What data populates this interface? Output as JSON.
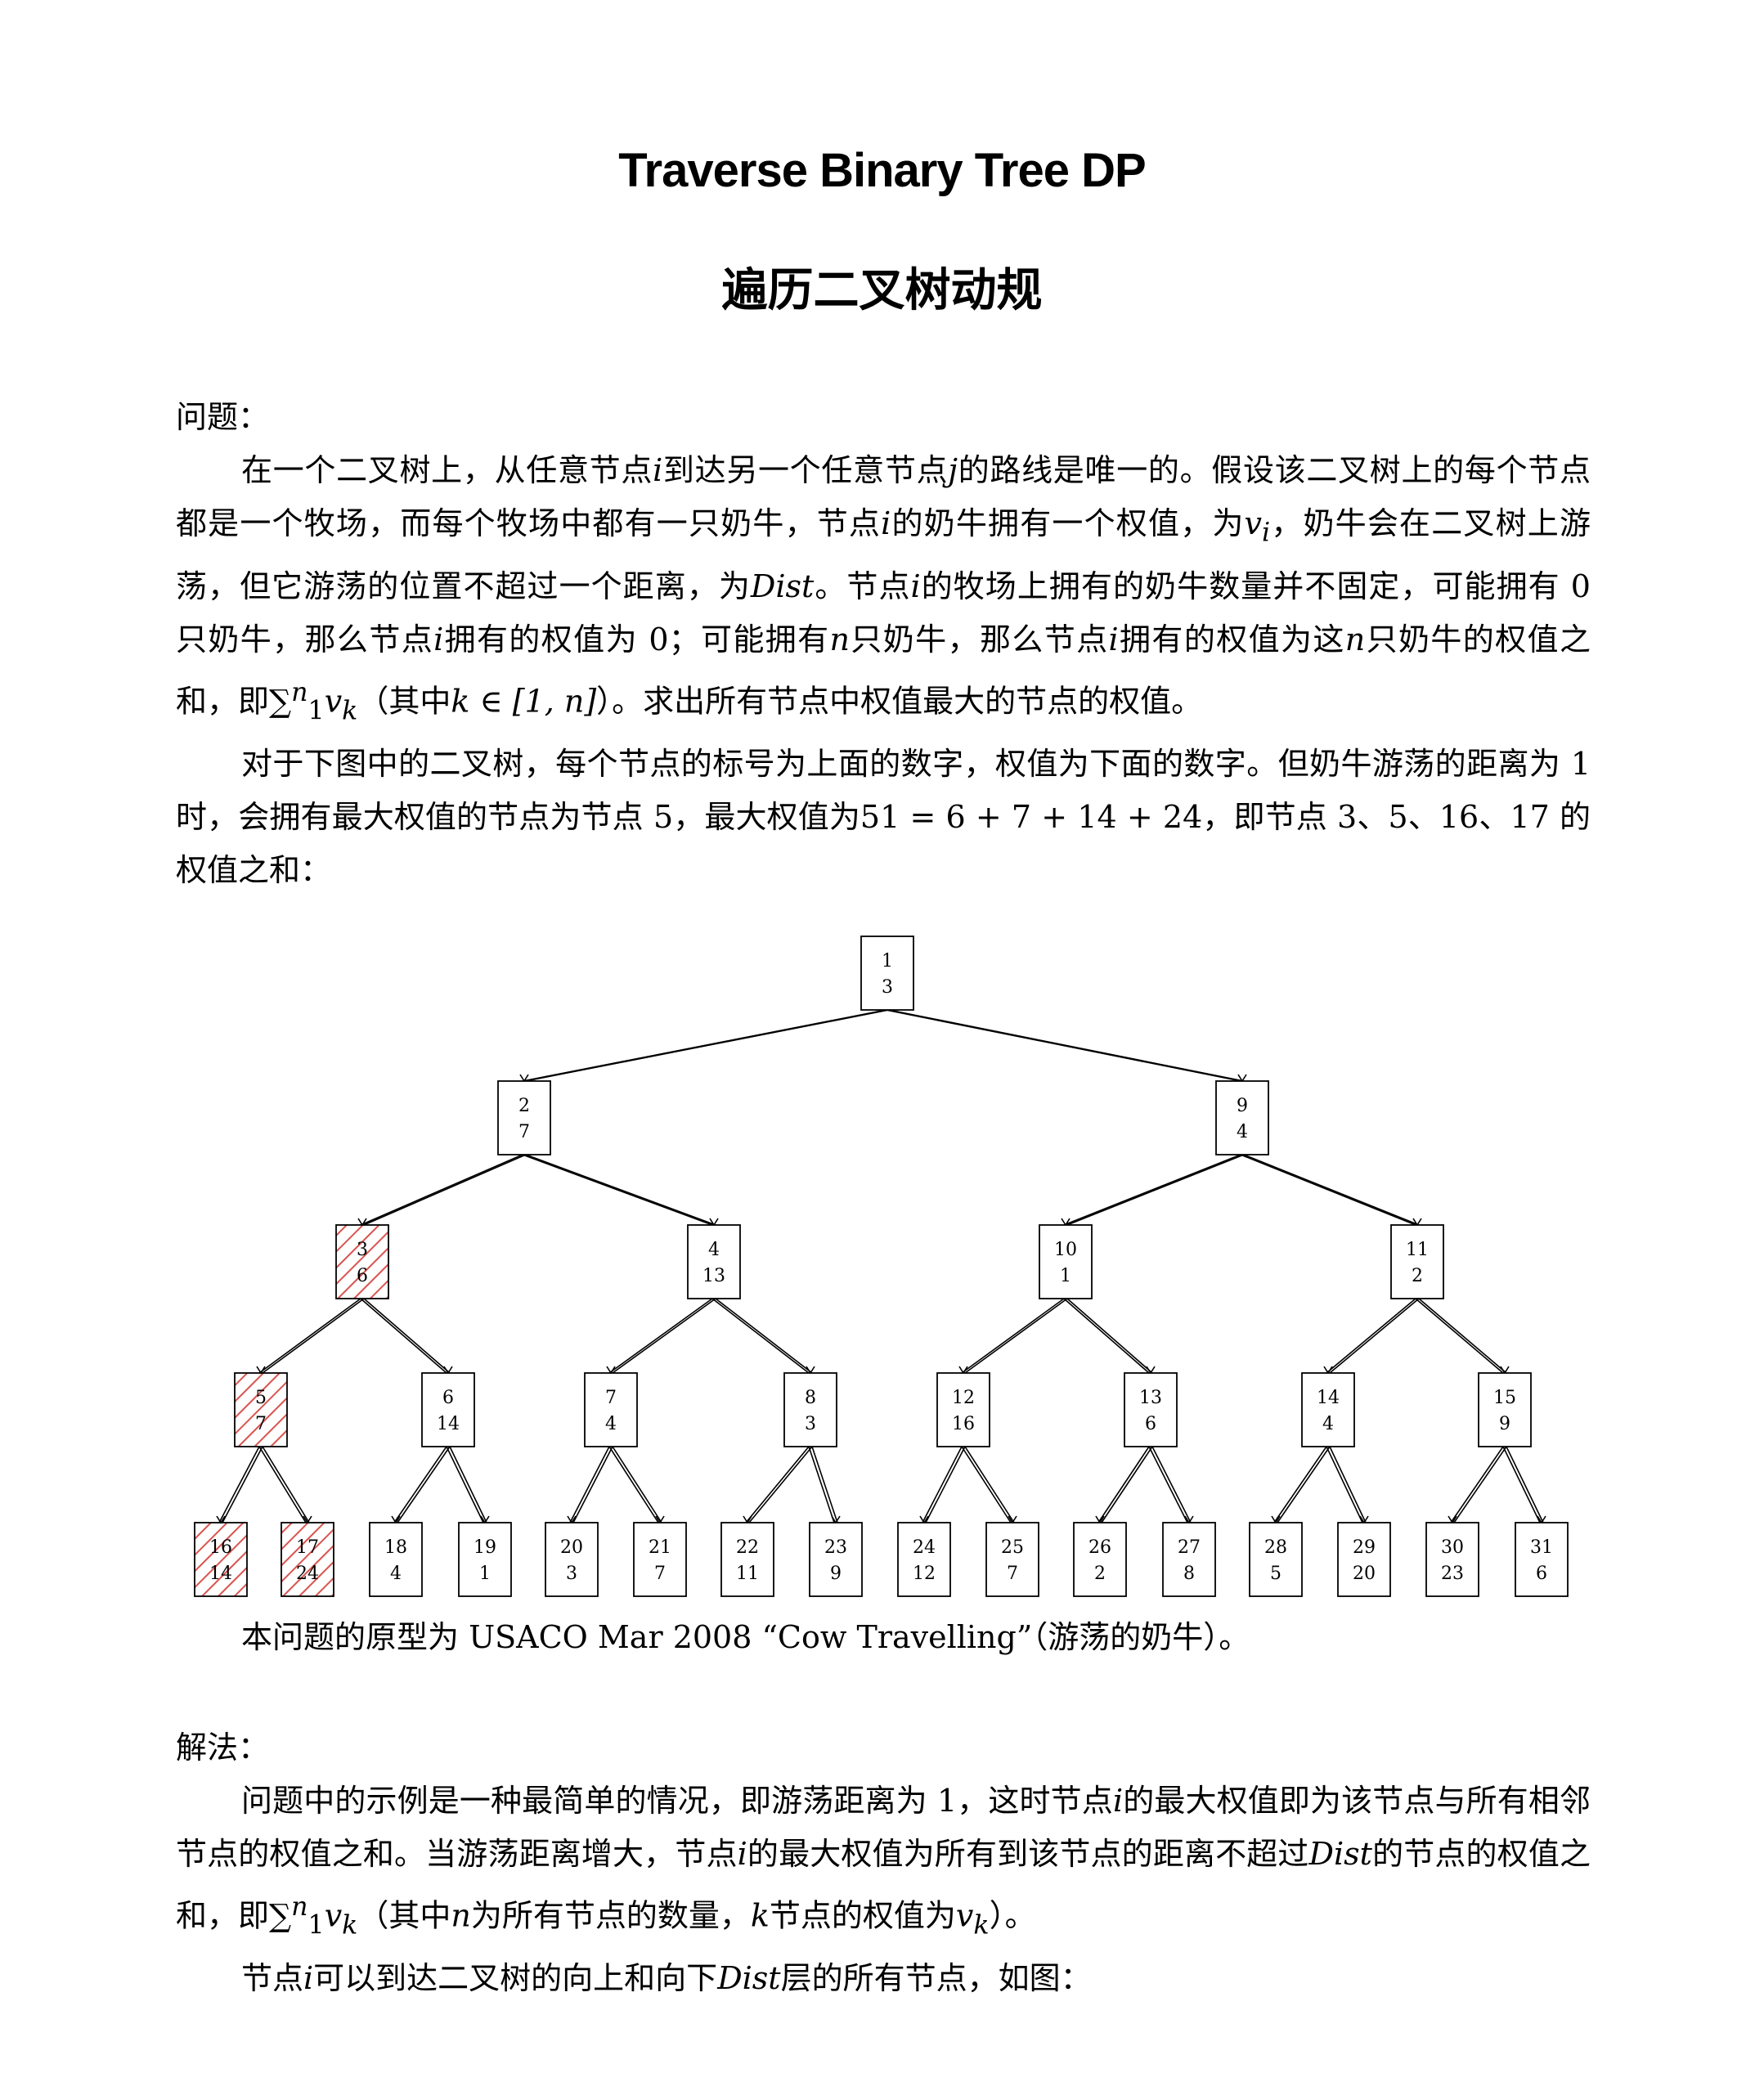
{
  "title_en": "Traverse Binary Tree DP",
  "title_zh": "遍历二叉树动规",
  "problem": {
    "heading": "问题：",
    "p1_a": "在一个二叉树上，从任意节点",
    "p1_b": "到达另一个任意节点",
    "p1_c": "的路线是唯一的。假设该二叉树上的每个节点都是一个牧场，而每个牧场中都有一只奶牛，节点",
    "p1_d": "的奶牛拥有一个权值，为",
    "p1_e": "，奶牛会在二叉树上游荡，但它游荡的位置不超过一个距离，为",
    "p1_f": "。节点",
    "p1_g": "的牧场上拥有的奶牛数量并不固定，可能拥有 0 只奶牛，那么节点",
    "p1_h": "拥有的权值为 0；可能拥有",
    "p1_i": "只奶牛，那么节点",
    "p1_j": "拥有的权值为这",
    "p1_k": "只奶牛的权值之和，即",
    "p1_l": "（其中",
    "p1_m": "）。求出所有节点中权值最大的节点的权值。",
    "p2": "对于下图中的二叉树，每个节点的标号为上面的数字，权值为下面的数字。但奶牛游荡的距离为 1 时，会拥有最大权值的节点为节点 5，最大权值为51 = 6 + 7 + 14 + 24，即节点 3、5、16、17 的权值之和：",
    "math_i": "i",
    "math_j": "j",
    "math_vi": "v",
    "math_vi_sub": "i",
    "math_dist": "Dist",
    "math_n": "n",
    "math_sum": "∑",
    "math_sum_sup": "n",
    "math_sum_sub": "1",
    "math_vk": "v",
    "math_vk_sub": "k",
    "math_krange": "k ∈ [1, n]"
  },
  "tree": {
    "nodes": [
      {
        "id": "1",
        "w": "3",
        "hatched": false
      },
      {
        "id": "2",
        "w": "7",
        "hatched": false
      },
      {
        "id": "9",
        "w": "4",
        "hatched": false
      },
      {
        "id": "3",
        "w": "6",
        "hatched": true
      },
      {
        "id": "4",
        "w": "13",
        "hatched": false
      },
      {
        "id": "10",
        "w": "1",
        "hatched": false
      },
      {
        "id": "11",
        "w": "2",
        "hatched": false
      },
      {
        "id": "5",
        "w": "7",
        "hatched": true
      },
      {
        "id": "6",
        "w": "14",
        "hatched": false
      },
      {
        "id": "7",
        "w": "4",
        "hatched": false
      },
      {
        "id": "8",
        "w": "3",
        "hatched": false
      },
      {
        "id": "12",
        "w": "16",
        "hatched": false
      },
      {
        "id": "13",
        "w": "6",
        "hatched": false
      },
      {
        "id": "14",
        "w": "4",
        "hatched": false
      },
      {
        "id": "15",
        "w": "9",
        "hatched": false
      },
      {
        "id": "16",
        "w": "14",
        "hatched": true
      },
      {
        "id": "17",
        "w": "24",
        "hatched": true
      },
      {
        "id": "18",
        "w": "4",
        "hatched": false
      },
      {
        "id": "19",
        "w": "1",
        "hatched": false
      },
      {
        "id": "20",
        "w": "3",
        "hatched": false
      },
      {
        "id": "21",
        "w": "7",
        "hatched": false
      },
      {
        "id": "22",
        "w": "11",
        "hatched": false
      },
      {
        "id": "23",
        "w": "9",
        "hatched": false
      },
      {
        "id": "24",
        "w": "12",
        "hatched": false
      },
      {
        "id": "25",
        "w": "7",
        "hatched": false
      },
      {
        "id": "26",
        "w": "2",
        "hatched": false
      },
      {
        "id": "27",
        "w": "8",
        "hatched": false
      },
      {
        "id": "28",
        "w": "5",
        "hatched": false
      },
      {
        "id": "29",
        "w": "20",
        "hatched": false
      },
      {
        "id": "30",
        "w": "23",
        "hatched": false
      },
      {
        "id": "31",
        "w": "6",
        "hatched": false
      }
    ],
    "hatch_color": "#d9534f"
  },
  "source_note": "本问题的原型为 USACO Mar 2008 “Cow Travelling”（游荡的奶牛）。",
  "solution": {
    "heading": "解法：",
    "p1_a": "问题中的示例是一种最简单的情况，即游荡距离为 1，这时节点",
    "p1_b": "的最大权值即为该节点与所有相邻节点的权值之和。当游荡距离增大，节点",
    "p1_c": "的最大权值为所有到该节点的距离不超过",
    "p1_d": "的节点的权值之和，即",
    "p1_e": "（其中",
    "p1_f": "为所有节点的数量，",
    "p1_g": "节点的权值为",
    "p1_h": "）。",
    "p2_a": "节点",
    "p2_b": "可以到达二叉树的向上和向下",
    "p2_c": "层的所有节点，如图：",
    "math_k": "k"
  }
}
